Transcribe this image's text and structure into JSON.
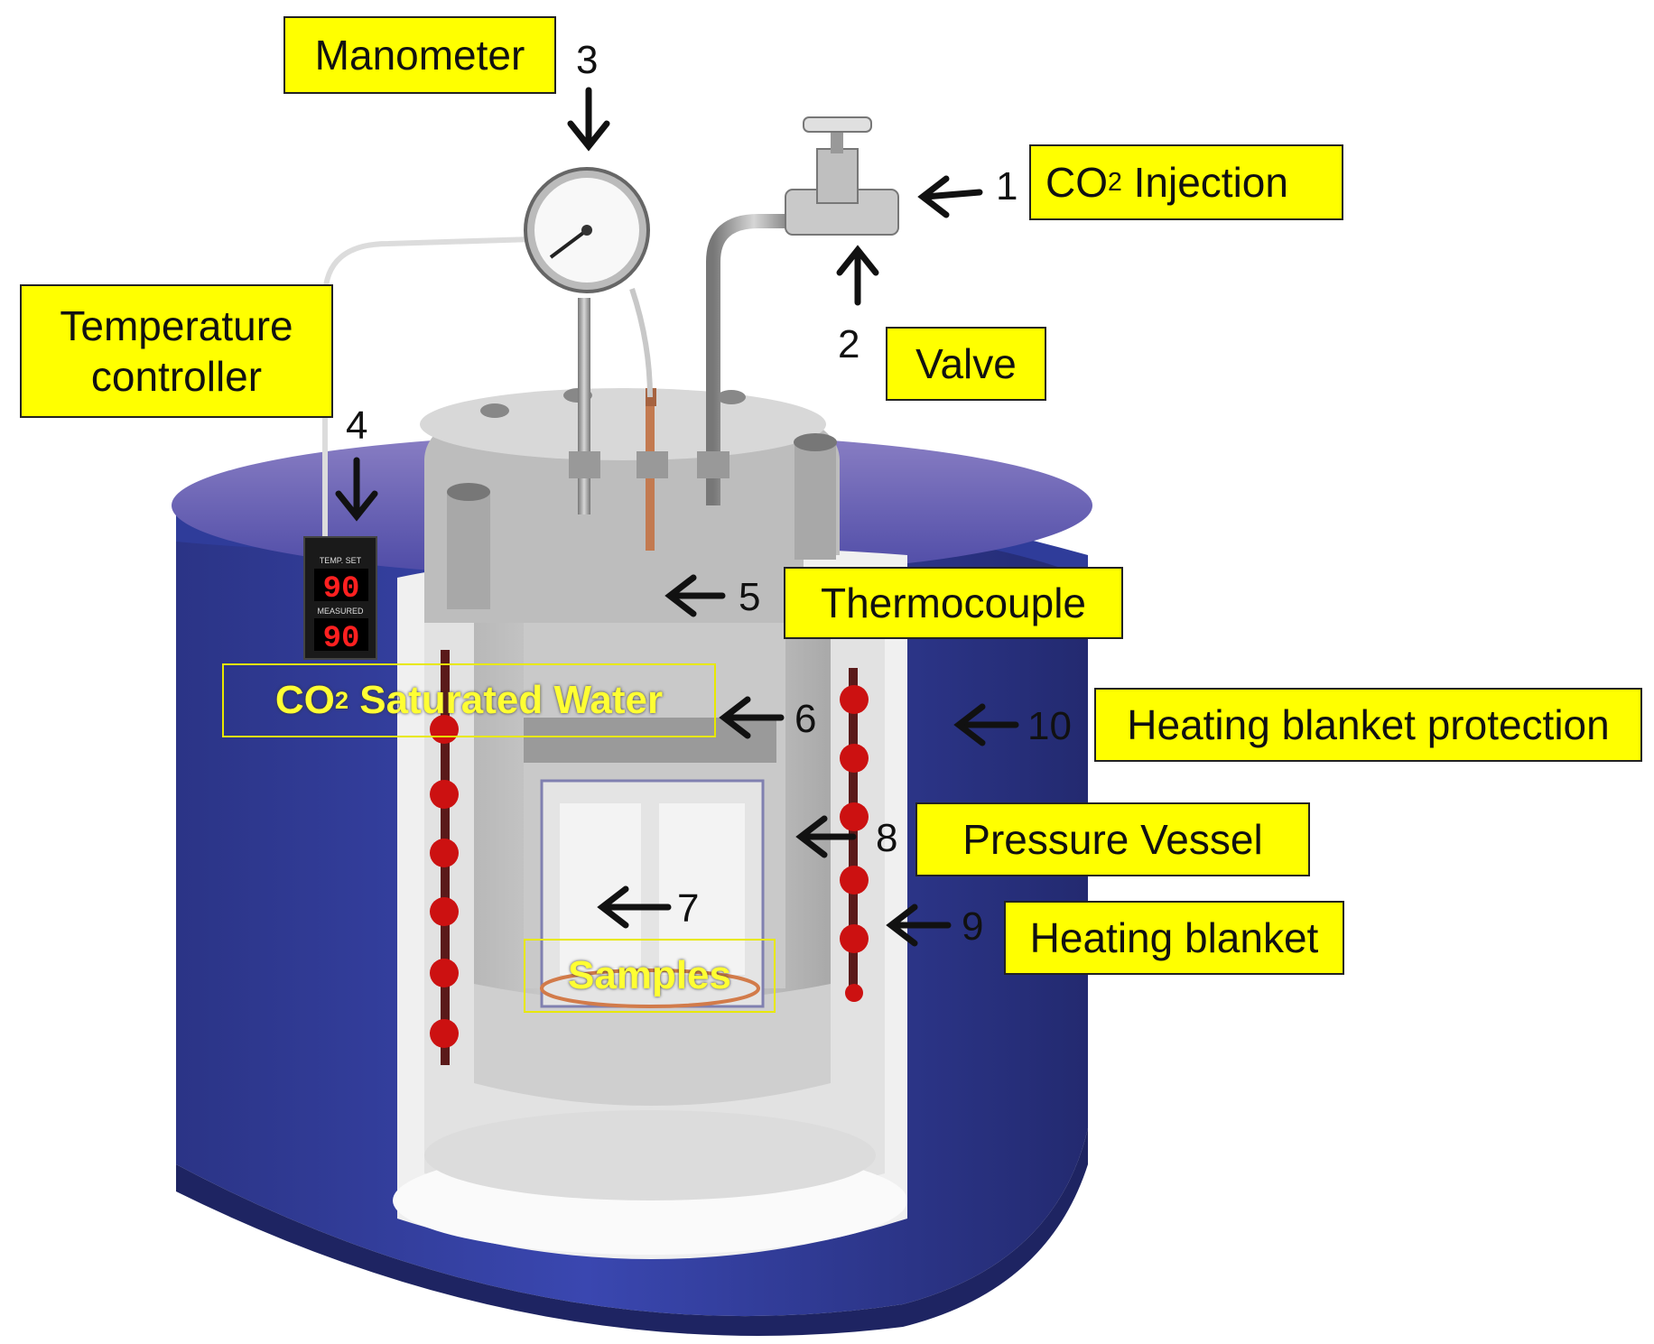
{
  "labels": {
    "manometer": "Manometer",
    "co2_injection_prefix": "CO",
    "co2_injection_sub": "2",
    "co2_injection_suffix": " Injection",
    "valve": "Valve",
    "temperature_controller_line1": "Temperature",
    "temperature_controller_line2": "controller",
    "thermocouple": "Thermocouple",
    "co2_water_prefix": "CO",
    "co2_water_sub": "2",
    "co2_water_suffix": " Saturated Water",
    "heating_blanket_protection": "Heating blanket protection",
    "pressure_vessel": "Pressure Vessel",
    "heating_blanket": "Heating blanket",
    "samples": "Samples"
  },
  "numbers": {
    "n1": "1",
    "n2": "2",
    "n3": "3",
    "n4": "4",
    "n5": "5",
    "n6": "6",
    "n7": "7",
    "n8": "8",
    "n9": "9",
    "n10": "10"
  },
  "controller_display": {
    "top_caption": "TEMP. SET",
    "set_value": "90",
    "bottom_caption": "MEASURED",
    "measured_value": "90"
  },
  "colors": {
    "label_fill": "#ffff00",
    "outer_blue": "#2f3c9a",
    "heater_dots": "#cc1111"
  }
}
